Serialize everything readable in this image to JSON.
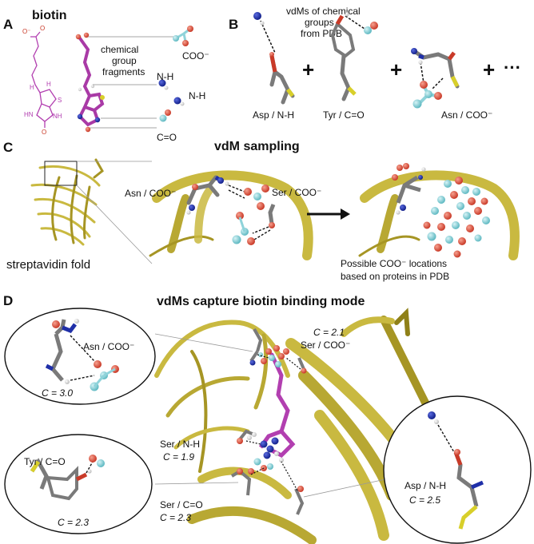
{
  "panel_a": {
    "letter": "A",
    "title": "biotin",
    "fragments_label_1": "chemical",
    "fragments_label_2": "group",
    "fragments_label_3": "fragments",
    "frag_coo": "COO⁻",
    "frag_nh1": "N-H",
    "frag_nh2": "N-H",
    "frag_co": "C=O",
    "struct_atoms": {
      "o_minus": "O⁻",
      "o": "O",
      "h1": "H",
      "h2": "H",
      "s": "S",
      "hn": "HN",
      "nh": "NH",
      "o2": "O"
    }
  },
  "panel_b": {
    "letter": "B",
    "caption_1": "vdMs of chemical",
    "caption_2": "groups",
    "caption_3": "from PDB",
    "plus": "+",
    "ellipsis": "···",
    "items": [
      "Asp / N-H",
      "Tyr / C=O",
      "Asn / COO⁻"
    ]
  },
  "panel_c": {
    "letter": "C",
    "title": "vdM sampling",
    "fold_label": "streptavidin fold",
    "asn_label": "Asn / COO⁻",
    "ser_label": "Ser / COO⁻",
    "note_1": "Possible COO⁻ locations",
    "note_2": "based on proteins in PDB"
  },
  "panel_d": {
    "letter": "D",
    "title": "vdMs capture biotin binding mode",
    "asn_inset": {
      "label": "Asn / COO⁻",
      "c": "C = 3.0"
    },
    "tyr_inset": {
      "label": "Tyr / C=O",
      "c": "C = 2.3"
    },
    "asp_inset": {
      "label": "Asp / N-H",
      "c": "C = 2.5"
    },
    "ser_coo": {
      "c": "C = 2.1",
      "label": "Ser / COO⁻"
    },
    "ser_nh": {
      "label": "Ser / N-H",
      "c": "C = 1.9"
    },
    "ser_co": {
      "label": "Ser / C=O",
      "c": "C = 2.3"
    }
  },
  "colors": {
    "ribbon": "#c9b940",
    "ribbon_dark": "#8f8018",
    "carbon": "#7a7a7a",
    "oxygen": "#e2533f",
    "nitrogen": "#1f2fa8",
    "sulfur": "#d8cf2a",
    "cyan": "#8fd3da",
    "biotin": "#b23fb0"
  }
}
